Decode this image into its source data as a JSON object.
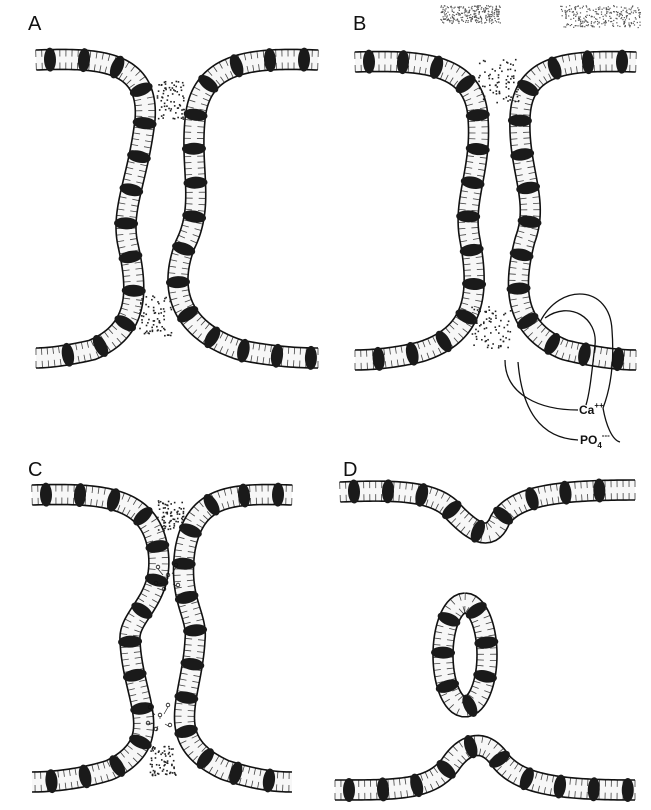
{
  "panels": {
    "a": {
      "label": "A"
    },
    "b": {
      "label": "B",
      "ions": {
        "calcium": "Ca",
        "calcium_charge": "++",
        "phosphate": "PO",
        "phosphate_sub": "4",
        "phosphate_charge": "---"
      }
    },
    "c": {
      "label": "C"
    },
    "d": {
      "label": "D"
    }
  },
  "colors": {
    "ink": "#111111",
    "paper": "#ffffff",
    "segment": "#1a1a1a"
  }
}
